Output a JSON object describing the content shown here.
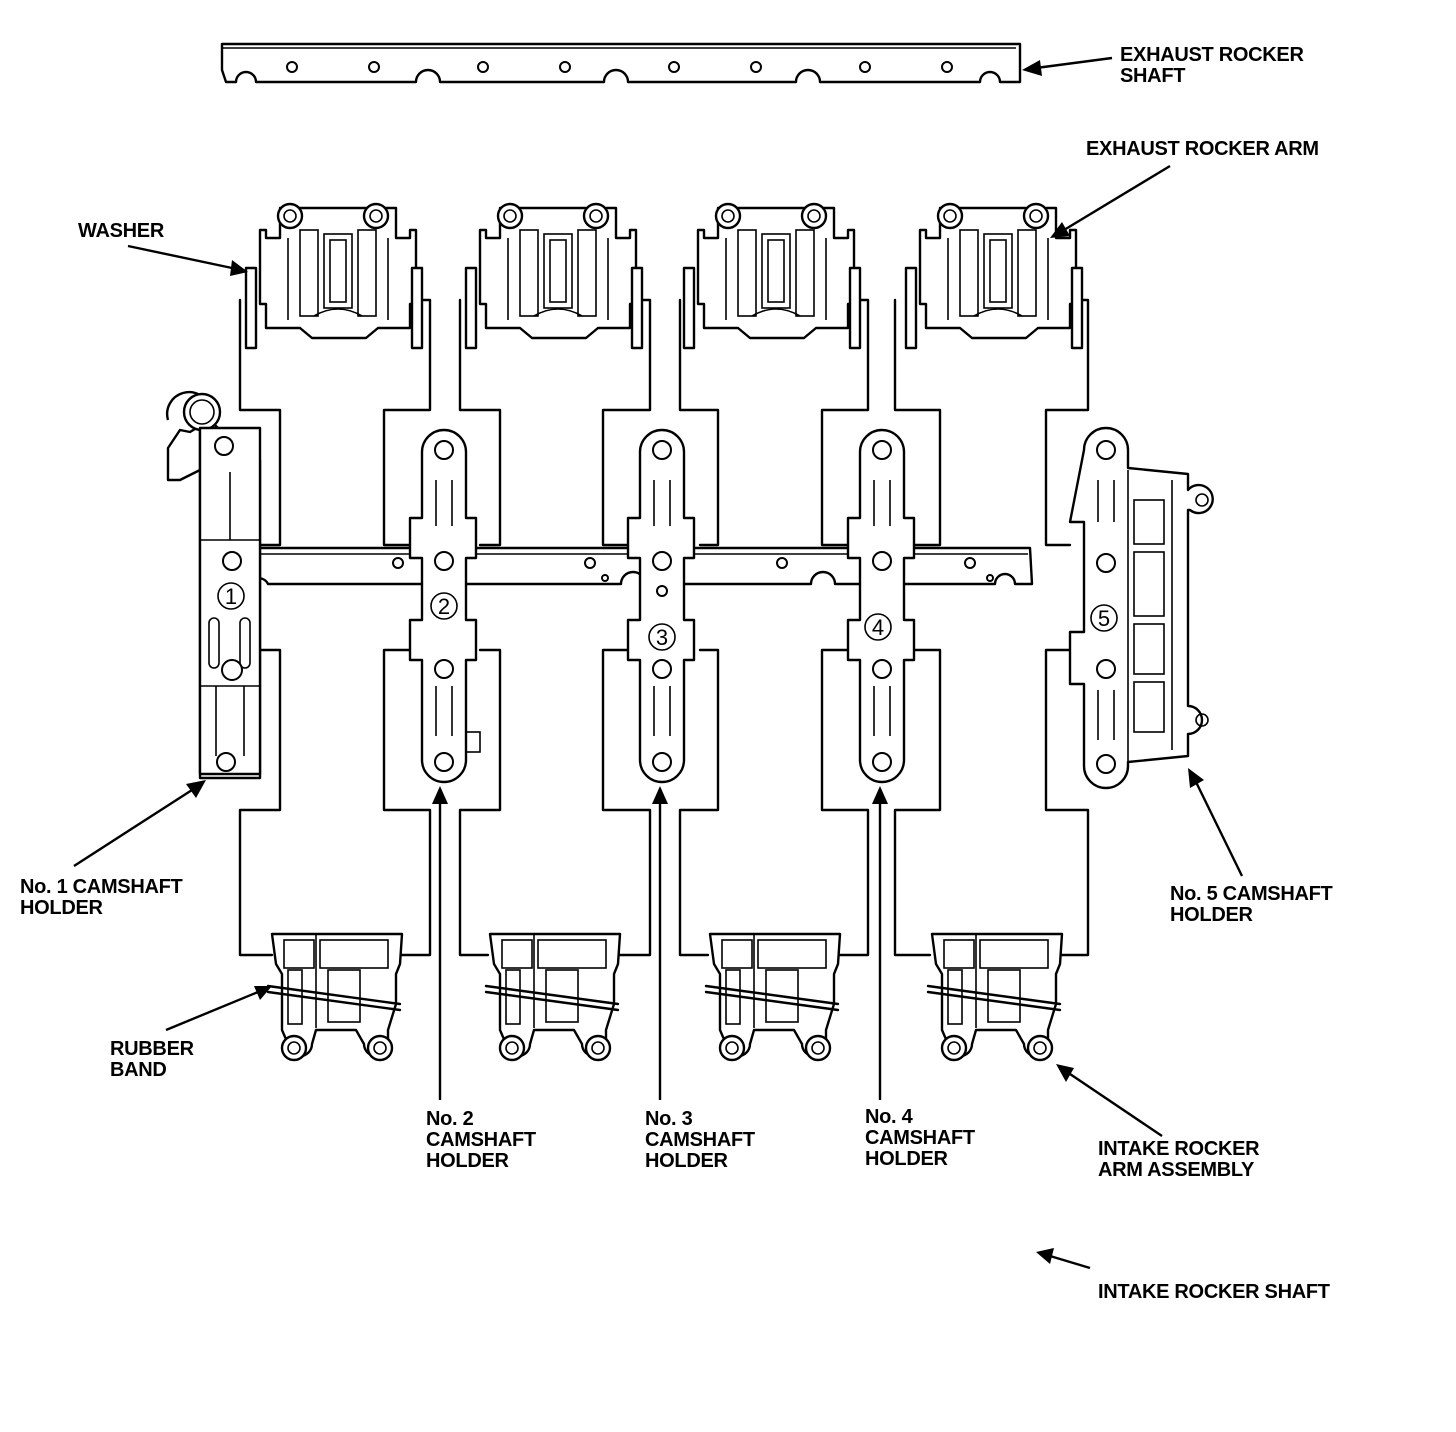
{
  "labels": {
    "exhaust_rocker_shaft": [
      "EXHAUST ROCKER",
      "SHAFT"
    ],
    "exhaust_rocker_arm": "EXHAUST ROCKER ARM",
    "washer": "WASHER",
    "camshaft_holder_1": [
      "No. 1 CAMSHAFT",
      "HOLDER"
    ],
    "camshaft_holder_2": [
      "No. 2",
      "CAMSHAFT",
      "HOLDER"
    ],
    "camshaft_holder_3": [
      "No. 3",
      "CAMSHAFT",
      "HOLDER"
    ],
    "camshaft_holder_4": [
      "No. 4",
      "CAMSHAFT",
      "HOLDER"
    ],
    "camshaft_holder_5": [
      "No. 5 CAMSHAFT",
      "HOLDER"
    ],
    "rubber_band": [
      "RUBBER",
      "BAND"
    ],
    "intake_rocker_arm_assembly": [
      "INTAKE ROCKER",
      "ARM ASSEMBLY"
    ],
    "intake_rocker_shaft": "INTAKE ROCKER SHAFT"
  },
  "holder_numbers": [
    "1",
    "2",
    "3",
    "4",
    "5"
  ],
  "colors": {
    "line": "#000000",
    "background": "#ffffff"
  }
}
